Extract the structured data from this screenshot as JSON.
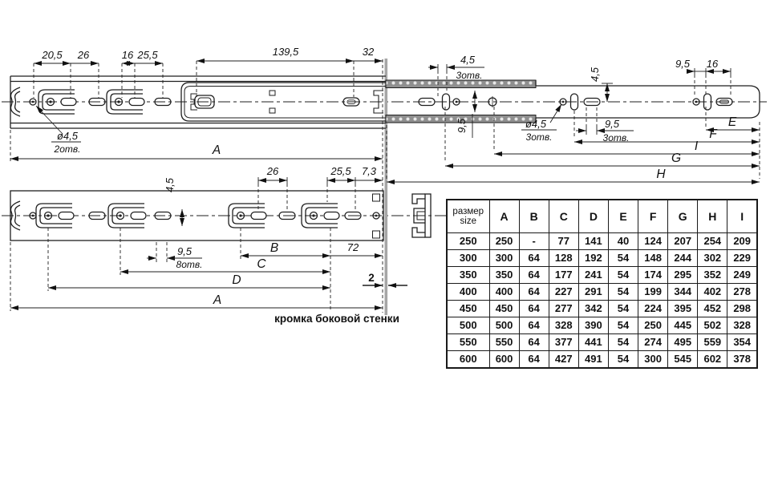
{
  "drawing": {
    "top": {
      "d1": "20,5",
      "d2": "26",
      "d3": "16",
      "d4": "25,5",
      "d5": "139,5",
      "d6": "32",
      "hole_dia": "ø4,5",
      "hole_cnt": "2отв.",
      "a": "A"
    },
    "ext": {
      "pitch": "4,5",
      "pitch_cnt": "3отв.",
      "off1": "9,5",
      "dia": "ø4,5",
      "dia_cnt": "3отв.",
      "sp1": "9,5",
      "sp1_cnt": "3отв.",
      "off2": "4,5",
      "sp2": "9,5",
      "sp3": "16",
      "e": "E",
      "f": "F",
      "i": "I",
      "g": "G",
      "h": "H"
    },
    "bottom": {
      "off": "4,5",
      "d1": "26",
      "d2": "25,5",
      "d3": "7,3",
      "sp": "9,5",
      "sp_cnt": "8отв.",
      "b": "B",
      "len72": "72",
      "c": "C",
      "d": "D",
      "a": "A",
      "gap": "2",
      "wall_label": "кромка боковой стенки"
    }
  },
  "table": {
    "header": {
      "size_ru": "размер",
      "size_en": "size",
      "cols": [
        "A",
        "B",
        "C",
        "D",
        "E",
        "F",
        "G",
        "H",
        "I"
      ]
    },
    "rows": [
      [
        "250",
        "250",
        "-",
        "77",
        "141",
        "40",
        "124",
        "207",
        "254",
        "209"
      ],
      [
        "300",
        "300",
        "64",
        "128",
        "192",
        "54",
        "148",
        "244",
        "302",
        "229"
      ],
      [
        "350",
        "350",
        "64",
        "177",
        "241",
        "54",
        "174",
        "295",
        "352",
        "249"
      ],
      [
        "400",
        "400",
        "64",
        "227",
        "291",
        "54",
        "199",
        "344",
        "402",
        "278"
      ],
      [
        "450",
        "450",
        "64",
        "277",
        "342",
        "54",
        "224",
        "395",
        "452",
        "298"
      ],
      [
        "500",
        "500",
        "64",
        "328",
        "390",
        "54",
        "250",
        "445",
        "502",
        "328"
      ],
      [
        "550",
        "550",
        "64",
        "377",
        "441",
        "54",
        "274",
        "495",
        "559",
        "354"
      ],
      [
        "600",
        "600",
        "64",
        "427",
        "491",
        "54",
        "300",
        "545",
        "602",
        "378"
      ]
    ]
  },
  "colors": {
    "line": "#1a1a1a",
    "wall": "#a6a6a6"
  }
}
